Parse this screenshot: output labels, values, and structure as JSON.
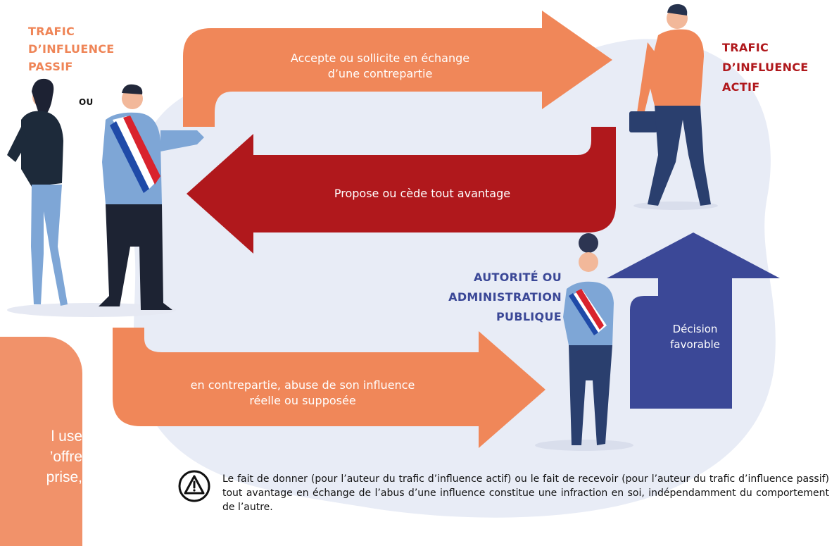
{
  "labels": {
    "passive": "TRAFIC\nD’INFLUENCE\nPASSIF",
    "or": "OU",
    "active": "TRAFIC\nD’INFLUENCE\nACTIF",
    "authority": "AUTORITÉ OU\nADMINISTRATION\nPUBLIQUE"
  },
  "arrows": {
    "top": "Accepte ou sollicite en échange\nd’une contrepartie",
    "middle": "Propose ou cède tout avantage",
    "bottom": "en contrepartie, abuse de son influence\nréelle ou supposée",
    "up": "Décision\nfavorable"
  },
  "side_card": {
    "text": "l use\n’offre\nprise,"
  },
  "warning": {
    "icon": "warning-triangle-icon",
    "text": "Le fait de donner (pour l’auteur du trafic d’influence actif) ou le fait de recevoir (pour l’auteur du trafic d’influence passif) tout avantage en échange de l’abus d’une influence constitue une infraction en soi, indépendamment du comportement de l’autre."
  },
  "colors": {
    "orange": "#ef8557",
    "red": "#b0181c",
    "navy": "#3b4897",
    "blob": "#e8ecf6"
  }
}
